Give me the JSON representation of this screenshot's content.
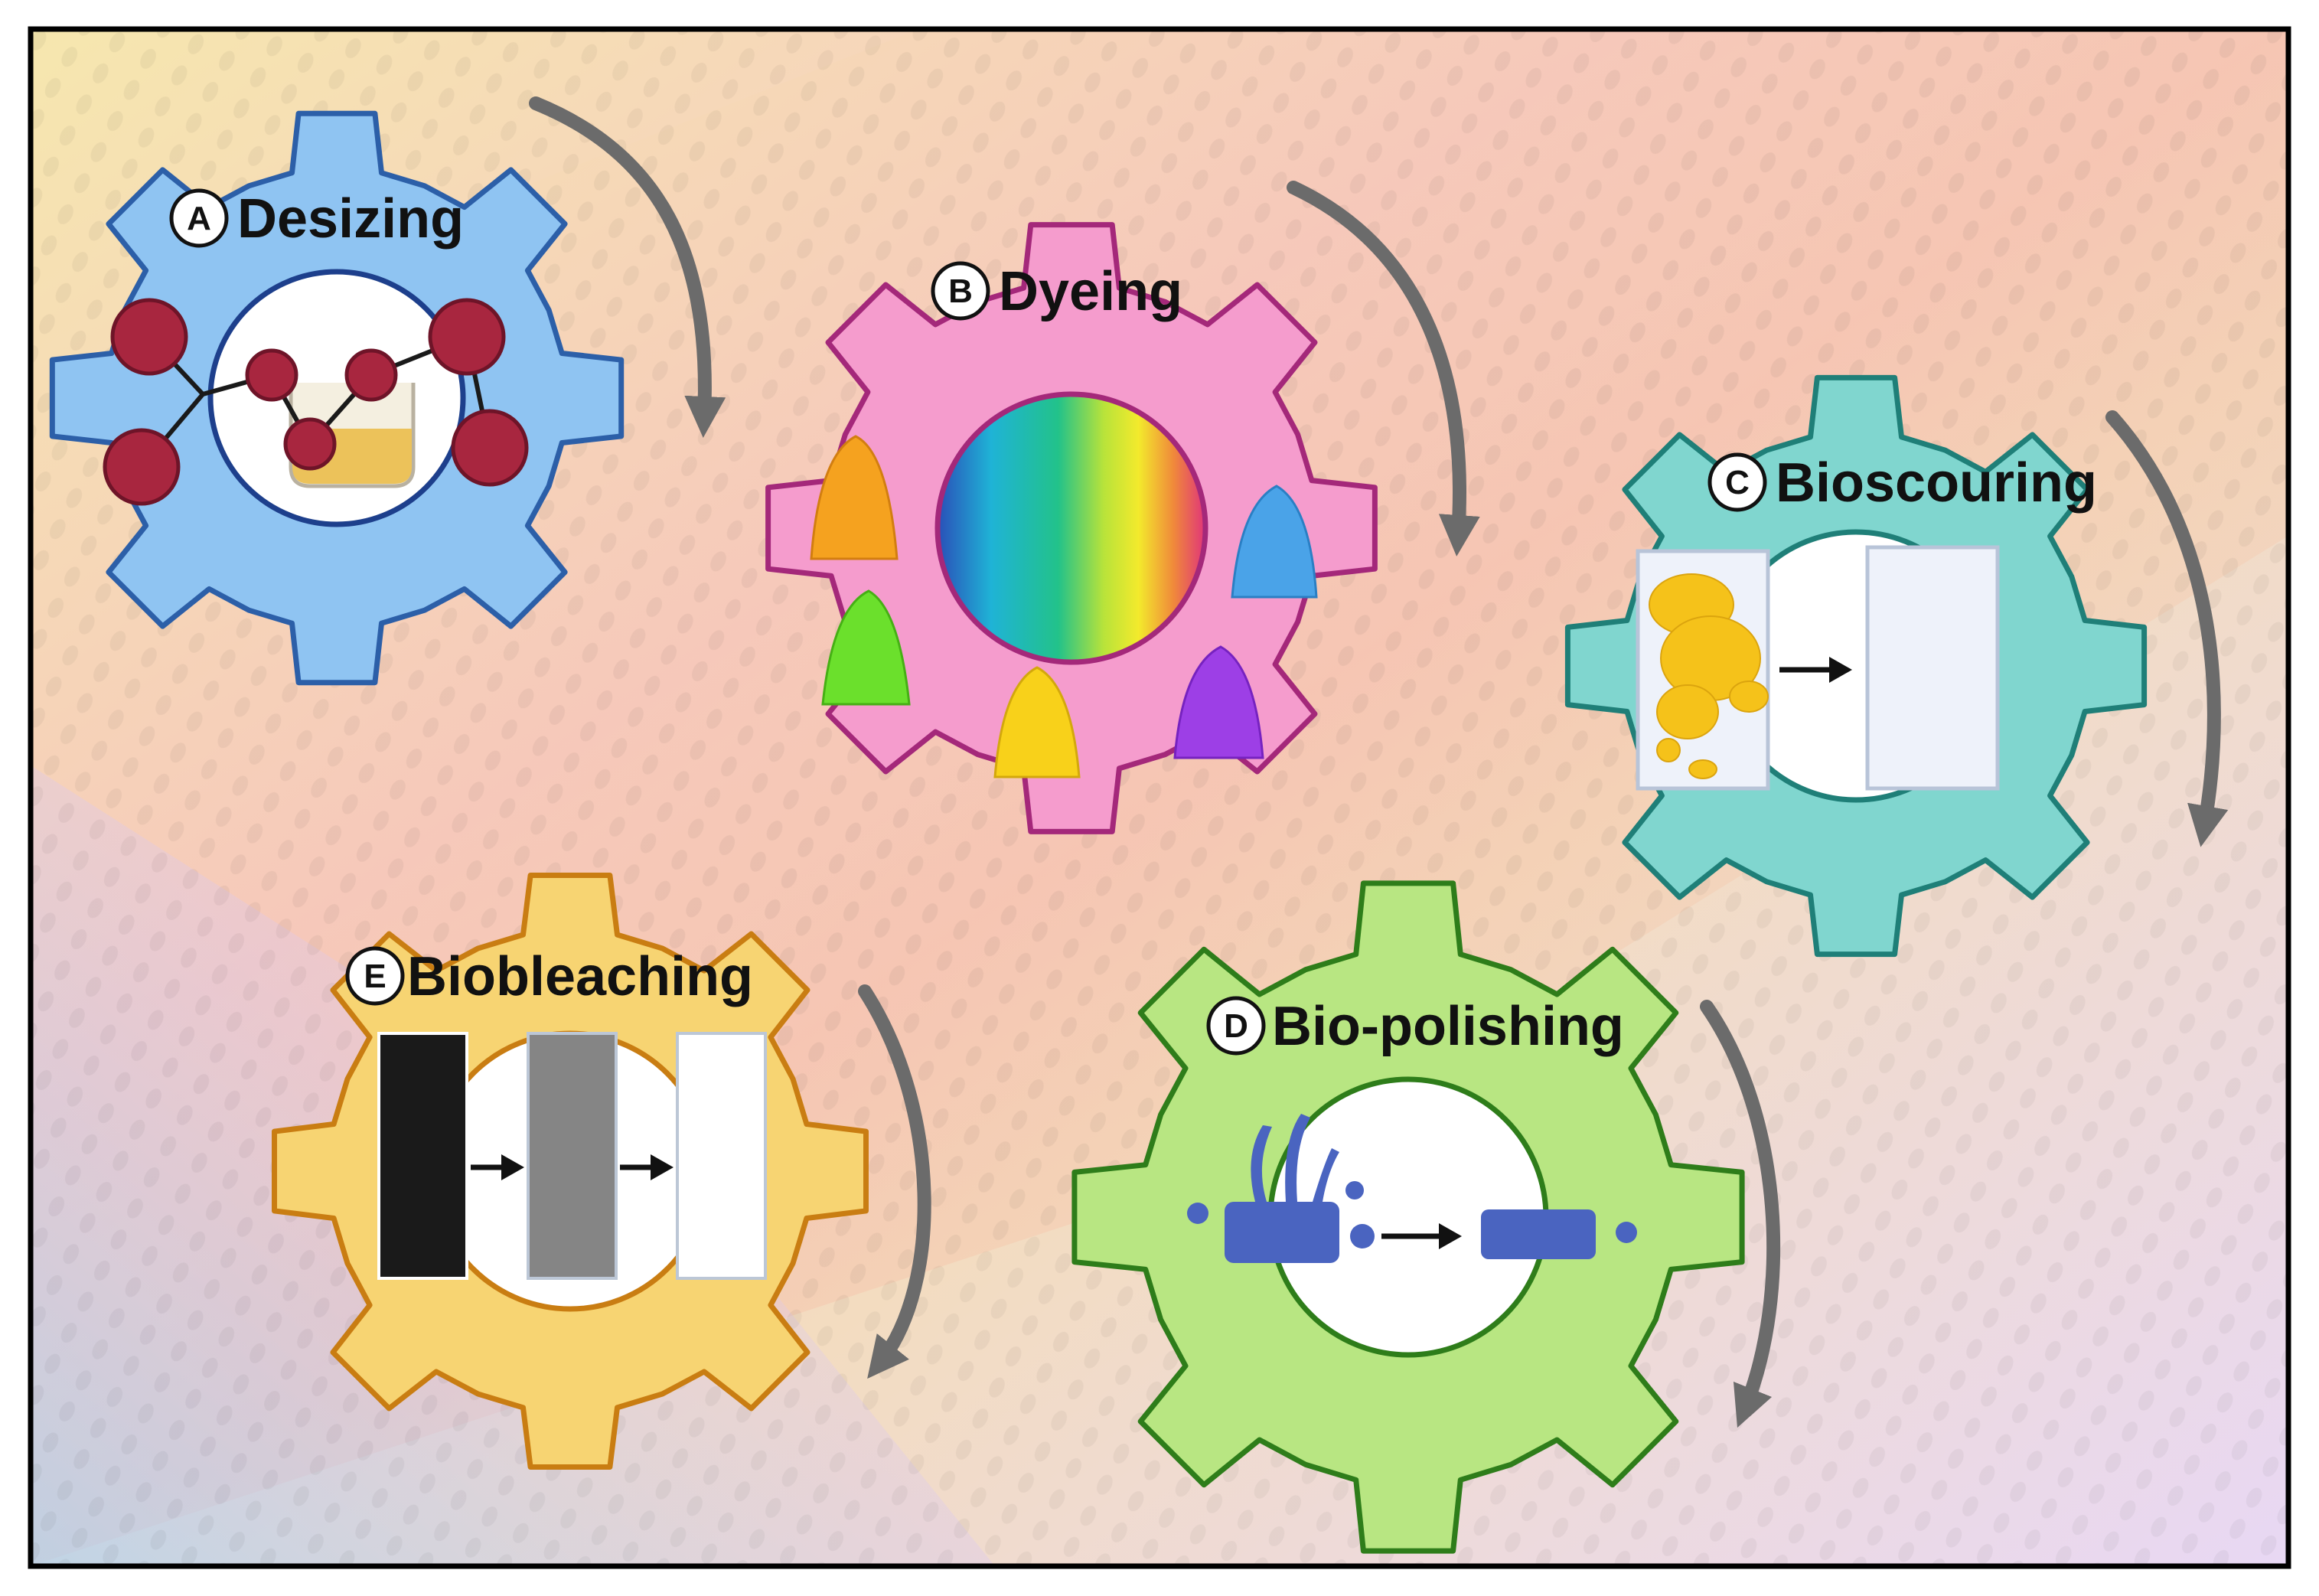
{
  "colors": {
    "frame": "#000000",
    "arrow": "#6b6b6b",
    "gear_desizing": "#8fc4f2",
    "gear_dyeing": "#f59ccd",
    "gear_bioscouring": "#80d6cf",
    "gear_biopolishing": "#b8e682",
    "gear_biobleaching": "#f7d472"
  },
  "steps": [
    {
      "letter": "A",
      "title": "Desizing",
      "icon": "desizing-molecules-beaker-icon"
    },
    {
      "letter": "B",
      "title": "Dyeing",
      "icon": "dye-powder-piles-icon"
    },
    {
      "letter": "C",
      "title": "Bioscouring",
      "icon": "stained-to-clean-fabric-icon"
    },
    {
      "letter": "D",
      "title": "Bio-polishing",
      "icon": "fuzzy-to-smooth-fiber-icon"
    },
    {
      "letter": "E",
      "title": "Biobleaching",
      "icon": "black-gray-white-swatch-icon"
    }
  ]
}
